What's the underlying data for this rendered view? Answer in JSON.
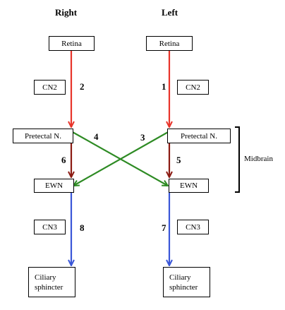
{
  "headers": {
    "right": "Right",
    "left": "Left"
  },
  "boxes": {
    "retina_right": "Retina",
    "retina_left": "Retina",
    "cn2_right": "CN2",
    "cn2_left": "CN2",
    "pretectal_right": "Pretectal N.",
    "pretectal_left": "Pretectal N.",
    "ewn_right": "EWN",
    "ewn_left": "EWN",
    "cn3_right": "CN3",
    "cn3_left": "CN3",
    "ciliary_right": "Ciliary sphincter",
    "ciliary_left": "Ciliary sphincter"
  },
  "path_numbers": {
    "p1": "1",
    "p2": "2",
    "p3": "3",
    "p4": "4",
    "p5": "5",
    "p6": "6",
    "p7": "7",
    "p8": "8"
  },
  "bracket_label": "Midbrain",
  "colors": {
    "afferent_red": "#e8342a",
    "efferent_darkred": "#8b1a12",
    "crossing_green": "#2e8b24",
    "cn3_blue": "#3a56d8"
  }
}
